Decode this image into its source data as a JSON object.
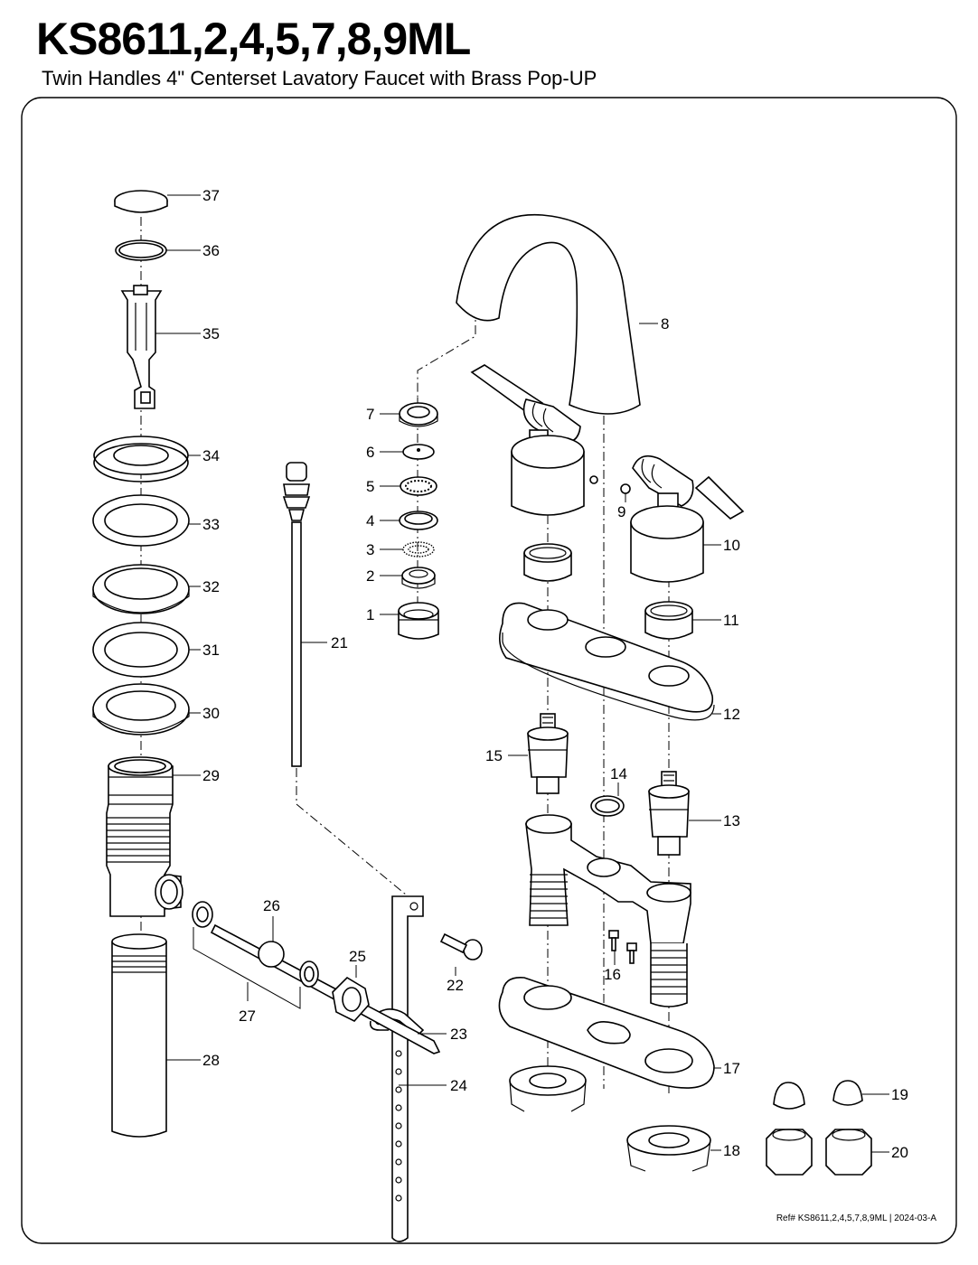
{
  "header": {
    "model": "KS8611,2,4,5,7,8,9ML",
    "description": "Twin Handles 4\" Centerset Lavatory Faucet with Brass Pop-UP"
  },
  "footer": {
    "reference": "Ref# KS8611,2,4,5,7,8,9ML | 2024-03-A"
  },
  "callouts": {
    "c1": "1",
    "c2": "2",
    "c3": "3",
    "c4": "4",
    "c5": "5",
    "c6": "6",
    "c7": "7",
    "c8": "8",
    "c9": "9",
    "c10": "10",
    "c11": "11",
    "c12": "12",
    "c13": "13",
    "c14": "14",
    "c15": "15",
    "c16": "16",
    "c17": "17",
    "c18": "18",
    "c19": "19",
    "c20": "20",
    "c21": "21",
    "c22": "22",
    "c23": "23",
    "c24": "24",
    "c25": "25",
    "c26": "26",
    "c27": "27",
    "c28": "28",
    "c29": "29",
    "c30": "30",
    "c31": "31",
    "c32": "32",
    "c33": "33",
    "c34": "34",
    "c35": "35",
    "c36": "36",
    "c37": "37"
  }
}
